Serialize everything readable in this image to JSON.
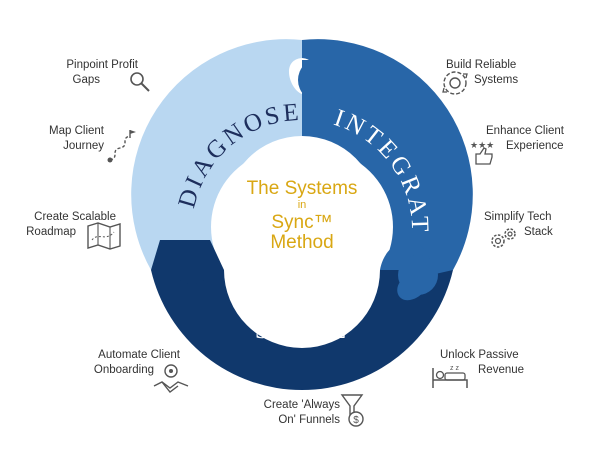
{
  "center": {
    "line1": "The Systems",
    "line2": "in",
    "line3": "Sync™",
    "line4": "Method"
  },
  "segments": {
    "diagnose": "DIAGNOSE",
    "integrate": "INTEGRATE",
    "scale": "SCALE"
  },
  "labels": {
    "pinpoint": [
      "Pinpoint Profit",
      "Gaps"
    ],
    "map_journey": [
      "Map Client",
      "Journey"
    ],
    "roadmap": [
      "Create Scalable",
      "Roadmap"
    ],
    "automate": [
      "Automate Client",
      "Onboarding"
    ],
    "funnels": [
      "Create 'Always",
      "On' Funnels"
    ],
    "passive": [
      "Unlock Passive",
      "Revenue"
    ],
    "tech_stack": [
      "Simplify Tech",
      "Stack"
    ],
    "client_exp": [
      "Enhance Client",
      "Experience"
    ],
    "reliable": [
      "Build Reliable",
      "Systems"
    ]
  },
  "colors": {
    "diagnose": "#b9d7f1",
    "integrate": "#2866a8",
    "scale": "#10386c",
    "center_text": "#d9a713",
    "label_text": "#333333",
    "icon": "#555555"
  },
  "icons": {
    "pinpoint": "magnifier-icon",
    "map_journey": "journey-path-icon",
    "roadmap": "map-icon",
    "automate": "handshake-gear-icon",
    "funnels": "funnel-dollar-icon",
    "passive": "sleeping-bed-icon",
    "tech_stack": "gears-icon",
    "client_exp": "stars-thumbs-icon",
    "reliable": "cycle-arrows-icon"
  }
}
